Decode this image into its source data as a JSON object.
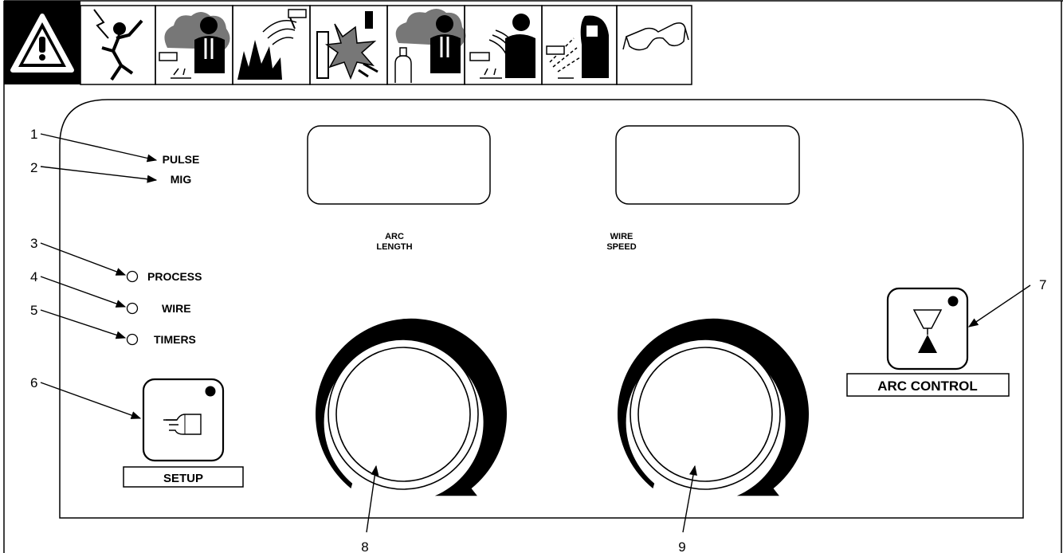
{
  "panel": {
    "mode_label_1": "PULSE",
    "mode_label_2": "MIG",
    "indicators": [
      "PROCESS",
      "WIRE",
      "TIMERS"
    ],
    "setup_label": "SETUP",
    "arc_control_label": "ARC CONTROL",
    "knob_left_label_1": "ARC",
    "knob_left_label_2": "LENGTH",
    "knob_right_label_1": "WIRE",
    "knob_right_label_2": "SPEED"
  },
  "callouts": [
    "1",
    "2",
    "3",
    "4",
    "5",
    "6",
    "7",
    "8",
    "9"
  ],
  "warning_icons": [
    "warning-triangle-icon",
    "electric-shock-icon",
    "fumes-gases-icon",
    "fire-explosion-icon",
    "cylinder-explosion-icon",
    "gas-cylinder-fumes-icon",
    "noise-radiation-icon",
    "arc-rays-helmet-icon",
    "safety-glasses-icon"
  ],
  "colors": {
    "ink": "#000000",
    "paper": "#ffffff"
  }
}
